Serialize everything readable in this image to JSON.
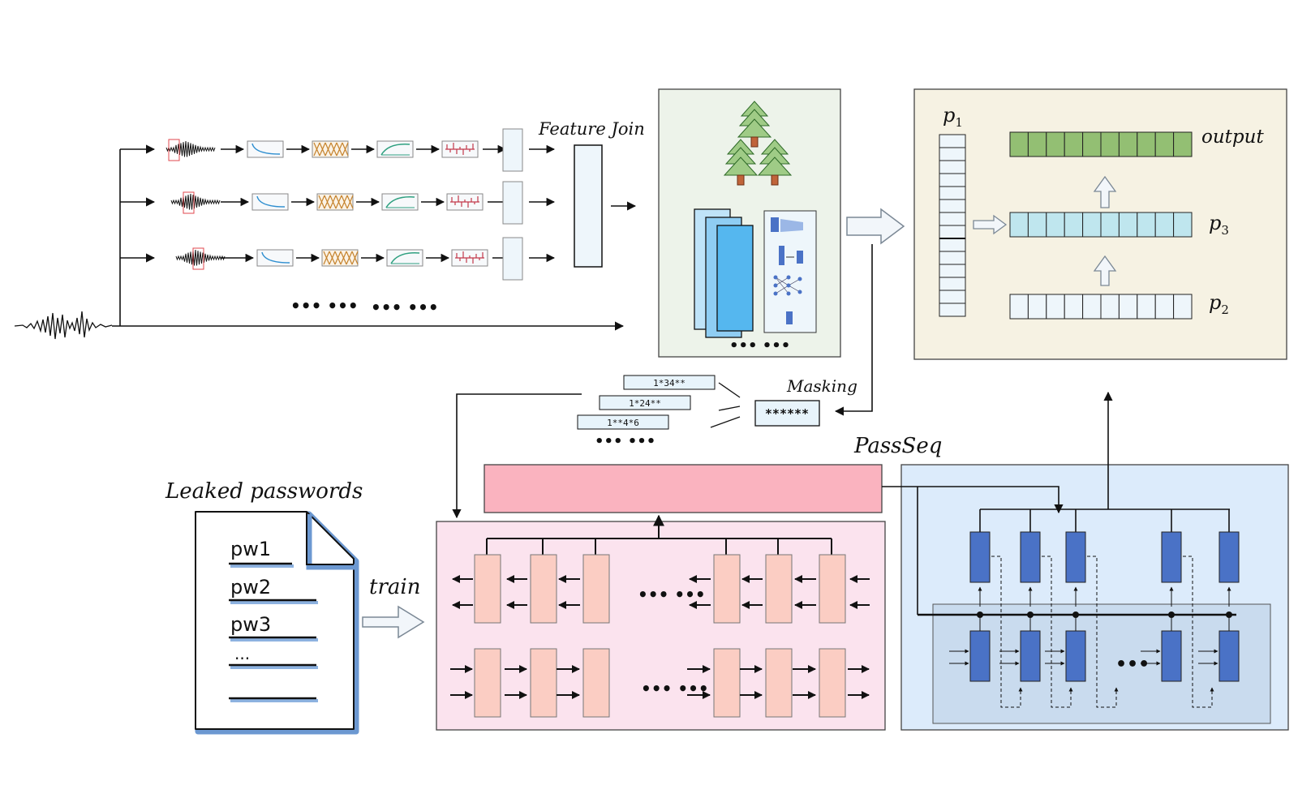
{
  "labels": {
    "feature_join": "Feature Join",
    "masking": "Masking",
    "passseq": "PassSeq",
    "leaked_passwords": "Leaked passwords",
    "train": "train",
    "output": "output",
    "p1": "p",
    "p1_sub": "1",
    "p2": "p",
    "p2_sub": "2",
    "p3": "p",
    "p3_sub": "3"
  },
  "masked_patterns": [
    "1*34**",
    "1*24**",
    "1**4*6"
  ],
  "mask_token": "******",
  "passwords": [
    "pw1",
    "pw2",
    "pw3",
    "..."
  ],
  "ellipsis": "••• •••",
  "colors": {
    "output_bar": "#93bf73",
    "p3_bar": "#bfe6ee",
    "p2_bar": "#eef6fb",
    "pink_bar": "#fab3bf",
    "bilstm_panel": "#fbe3ee",
    "passseq_panel": "#dcebfb",
    "tree_panel": "#edf3ea",
    "output_panel": "#f6f2e3",
    "lstm_cell": "#4a72c6",
    "pink_cell": "#fbcdc3"
  }
}
